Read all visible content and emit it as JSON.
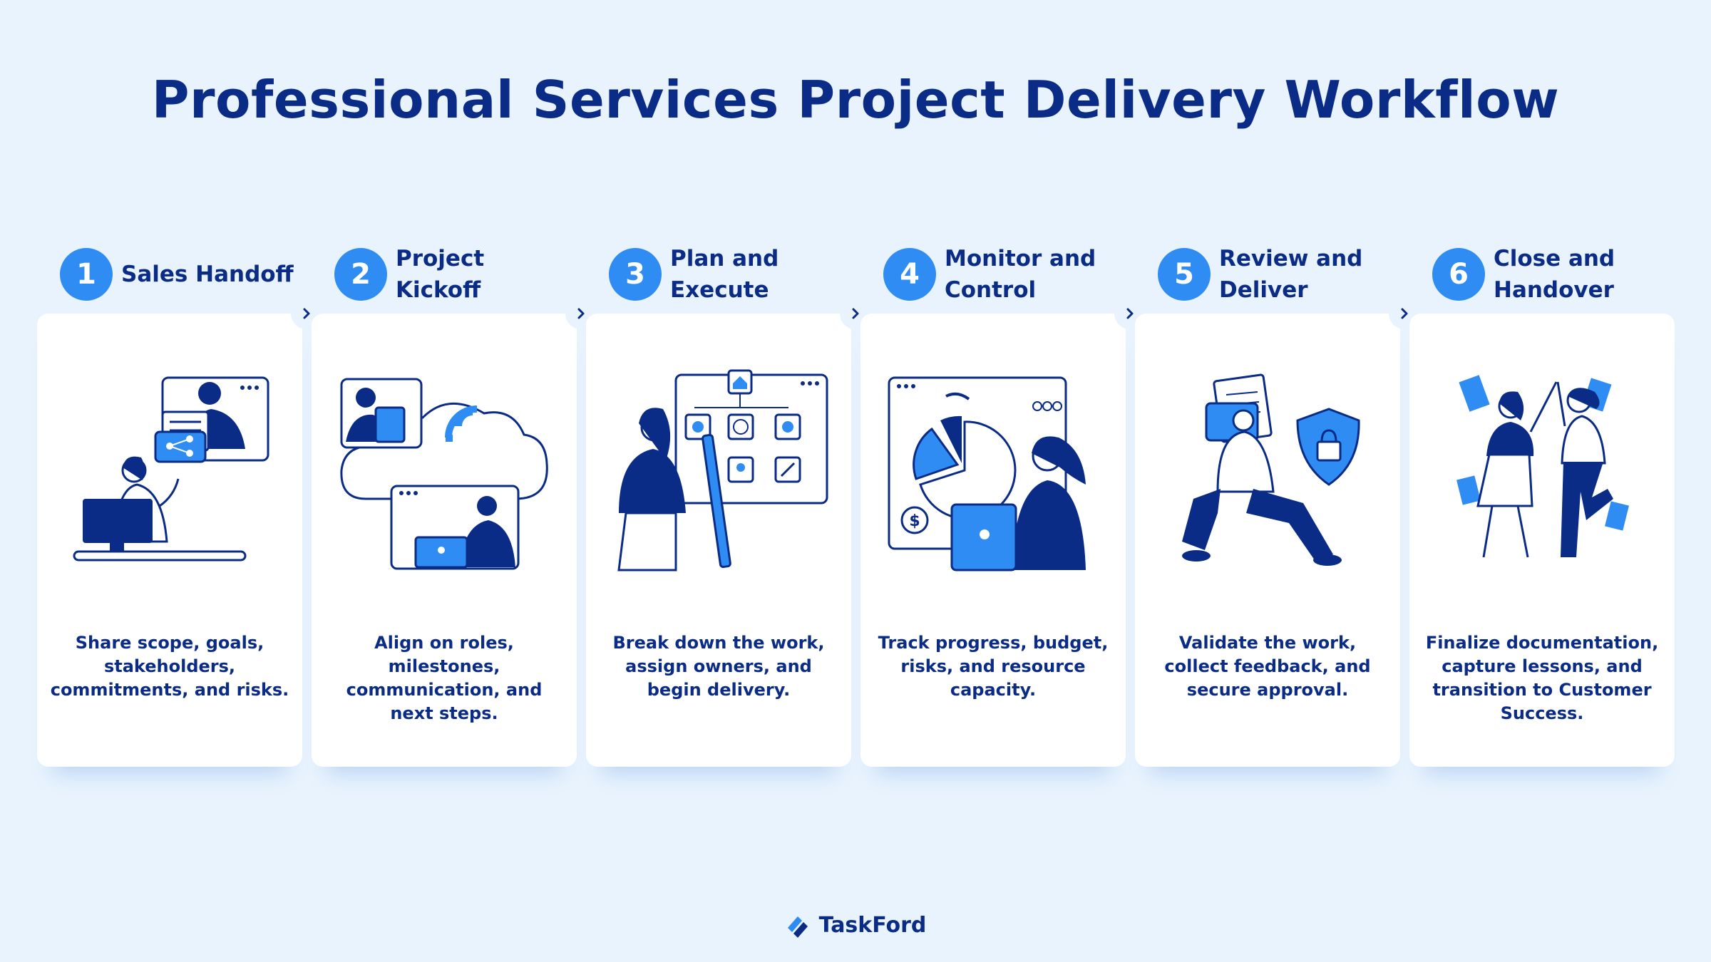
{
  "title": "Professional Services Project Delivery Workflow",
  "colors": {
    "background": "#e8f3fd",
    "navy": "#0b2c86",
    "accent": "#2f8cf2",
    "card": "#ffffff"
  },
  "steps": [
    {
      "number": "1",
      "label": "Sales Handoff",
      "description": "Share scope, goals, stakeholders, commitments, and risks.",
      "illustration": "handoff-illustration"
    },
    {
      "number": "2",
      "label": "Project Kickoff",
      "description": "Align on roles, milestones, communication, and next steps.",
      "illustration": "video-call-illustration"
    },
    {
      "number": "3",
      "label": "Plan and Execute",
      "description": "Break down the work, assign owners, and begin delivery.",
      "illustration": "planning-board-illustration"
    },
    {
      "number": "4",
      "label": "Monitor and Control",
      "description": "Track progress, budget, risks, and resource capacity.",
      "illustration": "dashboard-illustration"
    },
    {
      "number": "5",
      "label": "Review and Deliver",
      "description": "Validate the work, collect feedback, and secure approval.",
      "illustration": "security-shield-illustration"
    },
    {
      "number": "6",
      "label": "Close and Handover",
      "description": "Finalize documentation, capture lessons, and transition to Customer Success.",
      "illustration": "celebration-illustration"
    }
  ],
  "footer": {
    "brand": "TaskFord",
    "logo_icon": "taskford-logo-icon"
  }
}
